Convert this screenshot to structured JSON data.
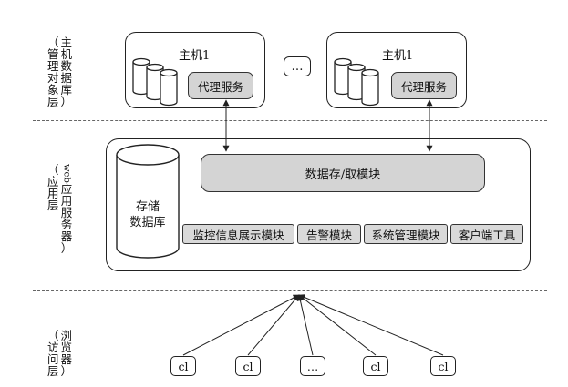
{
  "layers": {
    "top": {
      "col_left": [
        "（",
        "管",
        "理",
        "对",
        "象",
        "层"
      ],
      "col_right": [
        "主",
        "机",
        "数",
        "据",
        "库",
        "）"
      ]
    },
    "middle": {
      "col_left": [
        "（",
        "应",
        "用",
        "层"
      ],
      "col_right": [
        "web",
        "应",
        "用",
        "服",
        "务",
        "器",
        "）"
      ]
    },
    "bottom": {
      "col_left": [
        "（",
        "访",
        "问",
        "层"
      ],
      "col_right": [
        "浏",
        "览",
        "器",
        "）"
      ]
    }
  },
  "hosts": [
    {
      "title": "主机1",
      "agent": "代理服务"
    },
    {
      "title": "主机1",
      "agent": "代理服务"
    }
  ],
  "host_ellipsis": "…",
  "app": {
    "storage": [
      "存储",
      "数据库"
    ],
    "data_module": "数据存/取模块",
    "modules": [
      "监控信息展示模块",
      "告警模块",
      "系统管理模块",
      "客户端工具"
    ]
  },
  "clients": [
    "cl",
    "cl",
    "…",
    "cl",
    "cl"
  ]
}
